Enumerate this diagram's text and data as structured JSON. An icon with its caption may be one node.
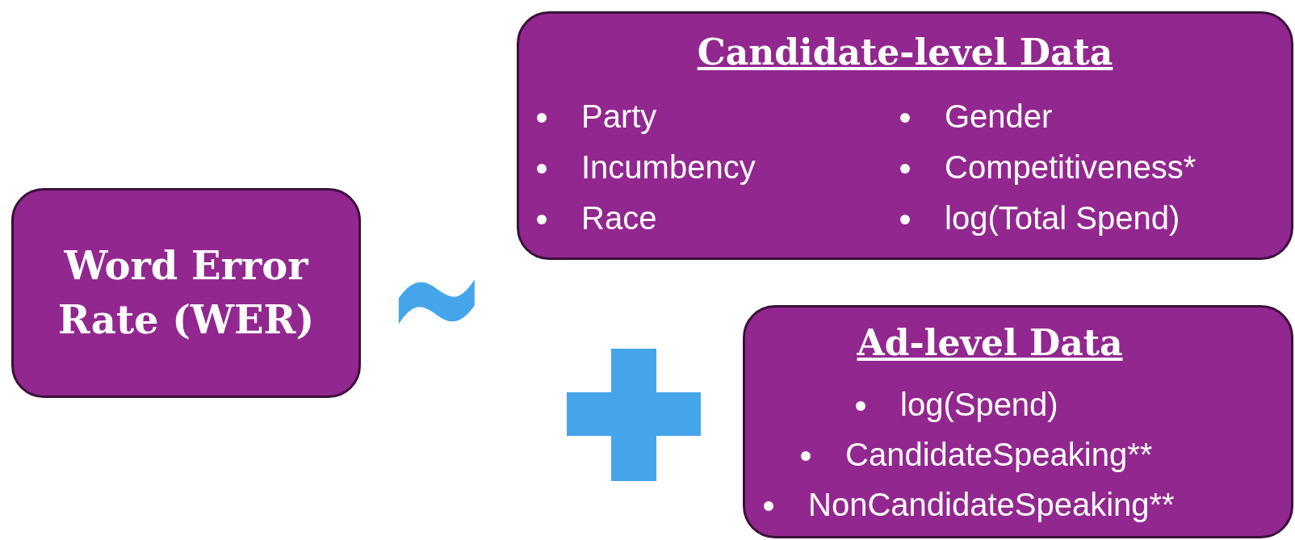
{
  "diagram": {
    "nodes": [
      {
        "text": [
          "Word Error Rate (WER)"
        ]
      },
      {
        "text": [
          "Candidate-level Data",
          "Party",
          "Gender",
          "Incumbency",
          "Competitiveness*",
          "Race",
          "log(Total Spend)"
        ]
      },
      {
        "text": [
          "Ad-level Data",
          "log(Spend)",
          "CandidateSpeaking**",
          "NonCandidateSpeaking**"
        ]
      }
    ],
    "edges": [],
    "labels": [
      "~"
    ]
  }
}
